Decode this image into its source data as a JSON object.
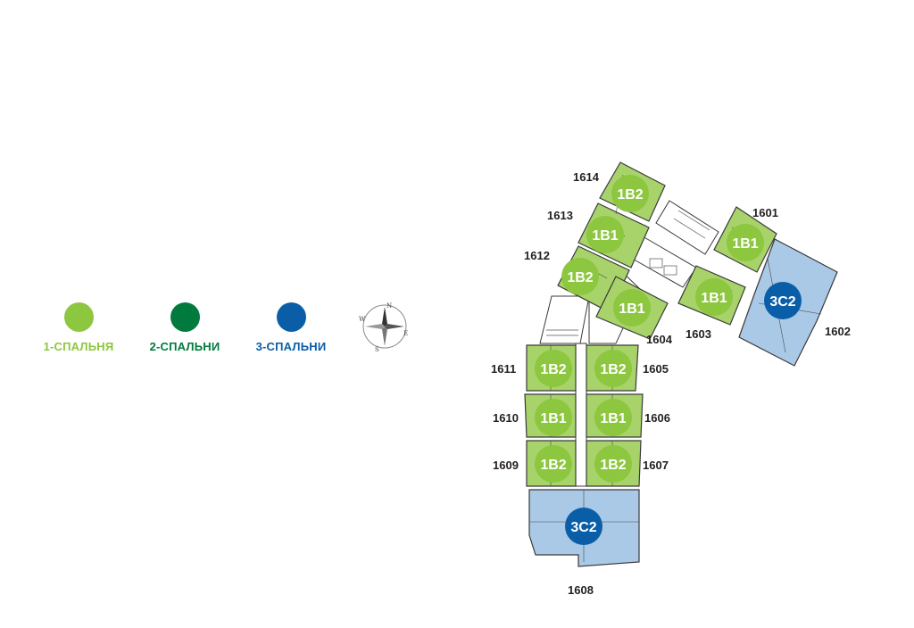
{
  "legend": [
    {
      "label": "1-СПАЛЬНЯ",
      "color": "#8dc63f",
      "text_color": "#8dc63f"
    },
    {
      "label": "2-СПАЛЬНИ",
      "color": "#007a3d",
      "text_color": "#007a3d"
    },
    {
      "label": "3-СПАЛЬНИ",
      "color": "#0a5ea8",
      "text_color": "#0a5ea8"
    }
  ],
  "compass": {
    "n": "N",
    "s": "S",
    "e": "E",
    "w": "W"
  },
  "colors": {
    "one_bed_fill": "#a7d36a",
    "three_bed_fill": "#a9c9e6",
    "one_bed_badge": "#8dc63f",
    "three_bed_badge": "#0a5ea8",
    "core_fill": "#ffffff",
    "wall": "#3a3a3a"
  },
  "units": [
    {
      "number": "1601",
      "type": "1B1"
    },
    {
      "number": "1602",
      "type": "3C2"
    },
    {
      "number": "1603",
      "type": "1B1"
    },
    {
      "number": "1604",
      "type": "1B1"
    },
    {
      "number": "1605",
      "type": "1B2"
    },
    {
      "number": "1606",
      "type": "1B1"
    },
    {
      "number": "1607",
      "type": "1B2"
    },
    {
      "number": "1608",
      "type": "3C2"
    },
    {
      "number": "1609",
      "type": "1B2"
    },
    {
      "number": "1610",
      "type": "1B1"
    },
    {
      "number": "1611",
      "type": "1B2"
    },
    {
      "number": "1612",
      "type": "1B2"
    },
    {
      "number": "1613",
      "type": "1B1"
    },
    {
      "number": "1614",
      "type": "1B2"
    }
  ]
}
